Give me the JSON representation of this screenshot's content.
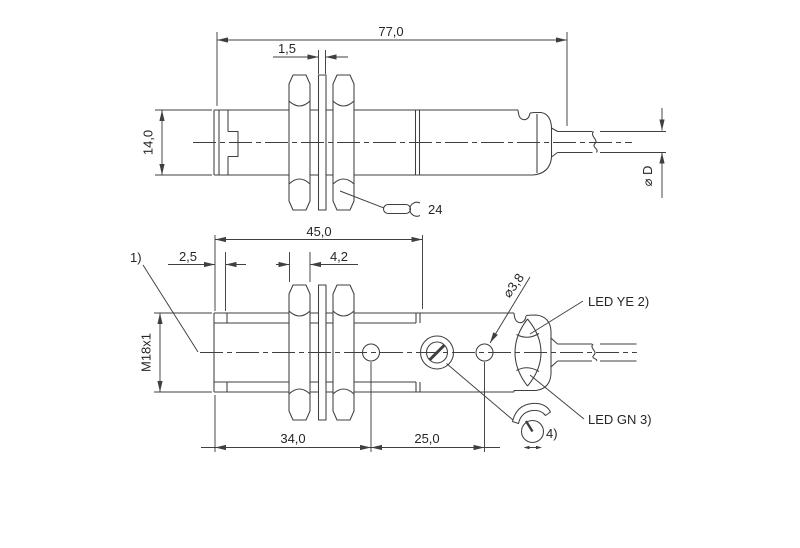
{
  "colors": {
    "line": "#3f3f3f",
    "text": "#262626",
    "bg": "#ffffff"
  },
  "side_view": {
    "dim_total_length": "77,0",
    "dim_lock_washer": "1,5",
    "dim_body_height": "14,0",
    "dim_cable_diameter": "⌀ D",
    "wrench_size": "24"
  },
  "front_view": {
    "dim_thread_length": "45,0",
    "dim_tip_length": "2,5",
    "dim_nut_width": "4,2",
    "thread_spec": "M18x1",
    "hole_diameter": "⌀3,8",
    "dim_face_to_hole": "34,0",
    "dim_hole_spacing": "25,0",
    "footnote_face": "1)",
    "footnote_adjuster": "4)",
    "led_yellow": "LED YE 2)",
    "led_green": "LED GN 3)"
  }
}
